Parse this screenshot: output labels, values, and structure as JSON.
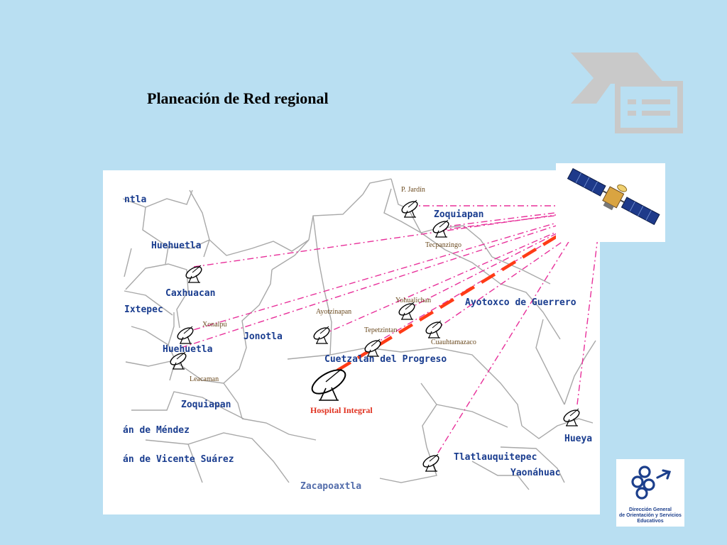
{
  "slide": {
    "title": "Planeación de  Red regional"
  },
  "map": {
    "towns": [
      "ntla",
      "Huehuetla",
      "Caxhuacan",
      "Ixtepec",
      "Huehuetla",
      "Jonotla",
      "Zoquiapan",
      "án de Méndez",
      "án de Vicente Suárez",
      "Zoquiapan",
      "Ayotoxco de Guerrero",
      "Cuetzalan del Progreso",
      "Tlatlauquitepec",
      "Yaonáhuac",
      "Hueya",
      "Zacapoaxtla"
    ],
    "sites": [
      "P. Jardín",
      "Tecpanzingo",
      "Yohualichan",
      "Ayotzinapan",
      "Xonalpú",
      "Tepetzintan",
      "Cuauhtamazaco",
      "Leacaman"
    ],
    "hub": "Hospital Integral"
  },
  "logo": {
    "line1": "Dirección General",
    "line2": "de Orientación y Servicios",
    "line3": "Educativos"
  },
  "colors": {
    "background": "#b9dff2",
    "link_line": "#e8309a",
    "backbone": "#ff3b16",
    "town_label": "#1a3d8f",
    "site_label": "#6b4a1f",
    "hub_label": "#e0301e",
    "logo_blue": "#1c3f8c"
  },
  "icons": [
    "satellite-dish-icon",
    "satellite-icon",
    "organization-logo-icon",
    "slide-decoration-icon"
  ]
}
